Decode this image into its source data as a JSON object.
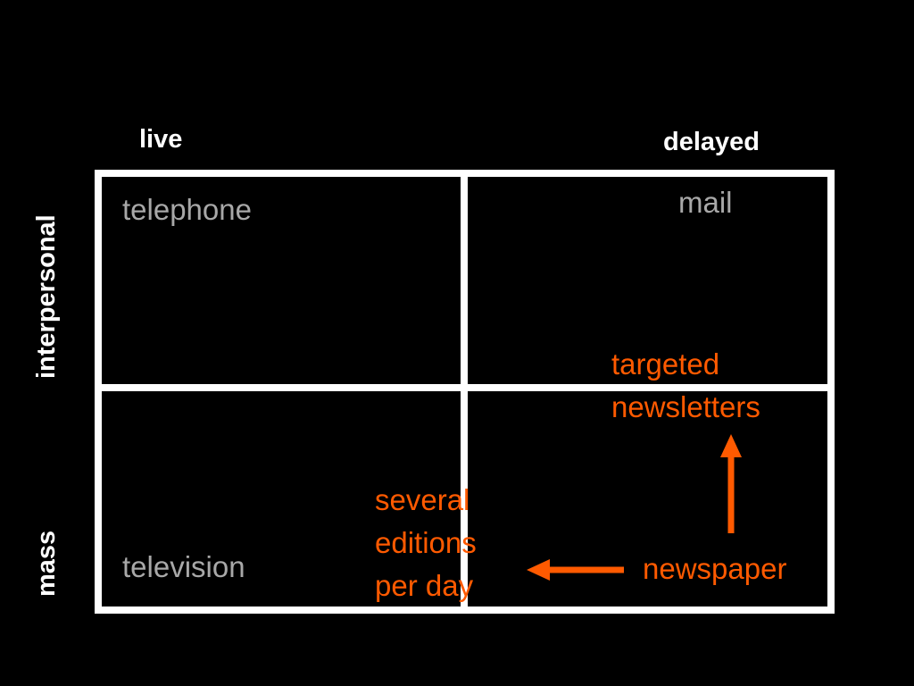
{
  "colors": {
    "background": "#000000",
    "grid": "#ffffff",
    "header_text": "#ffffff",
    "cell_text": "#a8a8a8",
    "accent": "#ff5a00"
  },
  "columns": {
    "live": "live",
    "delayed": "delayed"
  },
  "rows": {
    "interpersonal": "interpersonal",
    "mass": "mass"
  },
  "cells": {
    "live_interpersonal": "telephone",
    "delayed_interpersonal": "mail",
    "live_mass": "television",
    "delayed_mass": "newspaper"
  },
  "notes": {
    "targeted": "targeted\nnewsletters",
    "editions": "several\neditions\nper day"
  },
  "arrows": [
    {
      "name": "arrow-up-icon",
      "from": "newspaper",
      "to": "targeted newsletters"
    },
    {
      "name": "arrow-left-icon",
      "from": "newspaper",
      "to": "several editions per day"
    }
  ]
}
